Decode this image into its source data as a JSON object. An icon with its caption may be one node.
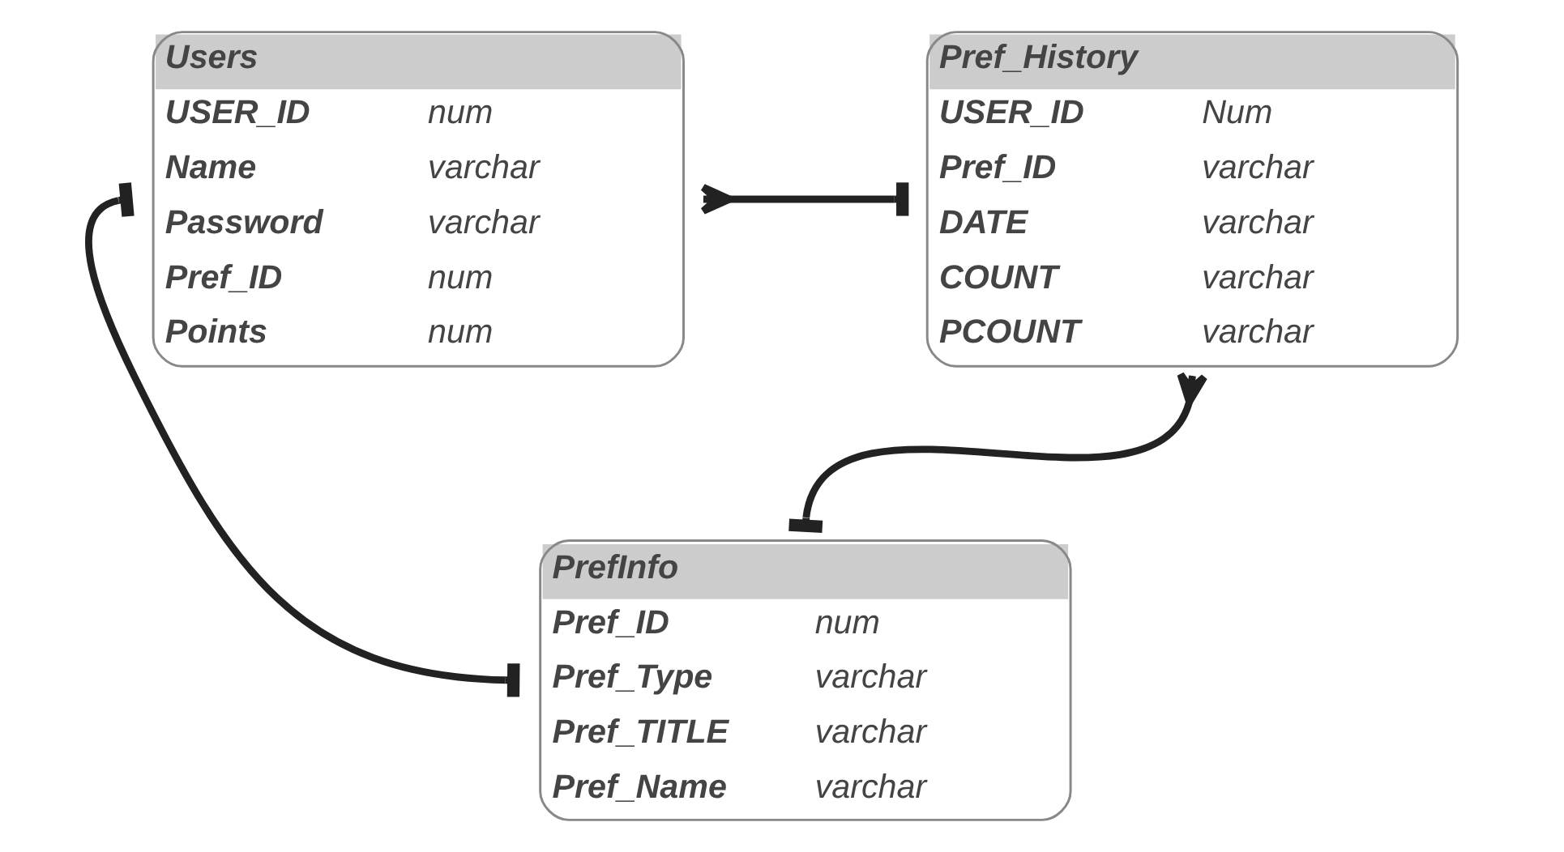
{
  "diagram": {
    "nodes": [
      {
        "text": [
          "Users",
          "USER_ID",
          "num",
          "Name",
          "varchar",
          "Password",
          "varchar",
          "Pref_ID",
          "num",
          "Points",
          "num"
        ]
      },
      {
        "text": [
          "Pref_History",
          "USER_ID",
          "Num",
          "Pref_ID",
          "varchar",
          "DATE",
          "varchar",
          "COUNT",
          "varchar",
          "PCOUNT",
          "varchar"
        ]
      },
      {
        "text": [
          "PrefInfo",
          "Pref_ID",
          "num",
          "Pref_Type",
          "varchar",
          "Pref_TITLE",
          "varchar",
          "Pref_Name",
          "varchar"
        ]
      }
    ],
    "edges": [
      {
        "from": 0,
        "to": 1,
        "arrow": "other"
      },
      {
        "from": 1,
        "to": 2,
        "arrow": "other"
      },
      {
        "from": 0,
        "to": 2,
        "arrow": "other"
      }
    ]
  }
}
